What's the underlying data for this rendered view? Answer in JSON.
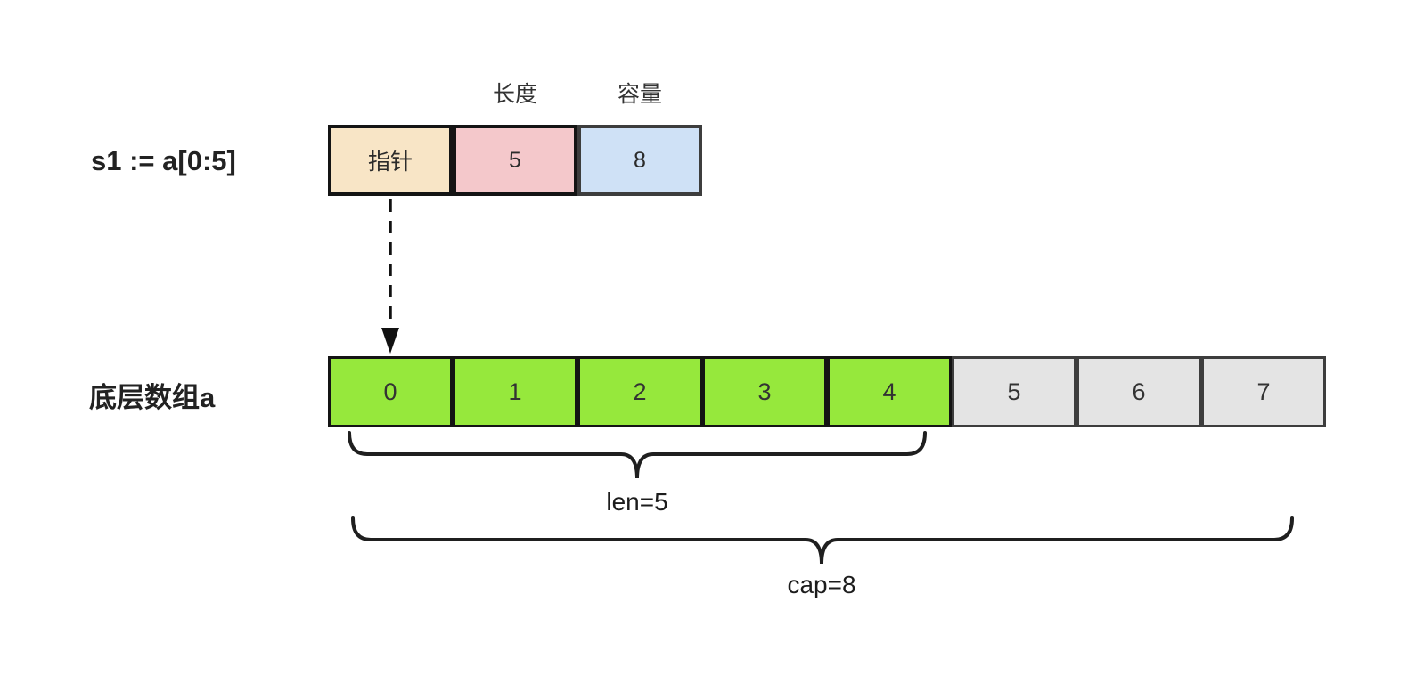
{
  "slice": {
    "declaration": "s1 := a[0:5]",
    "fields": {
      "pointer": "指针",
      "length": "5",
      "capacity": "8"
    },
    "field_labels": {
      "length": "长度",
      "capacity": "容量"
    }
  },
  "array": {
    "label": "底层数组a",
    "cells": [
      "0",
      "1",
      "2",
      "3",
      "4",
      "5",
      "6",
      "7"
    ],
    "slice_cell_count": 5,
    "total_cell_count": 8
  },
  "annotations": {
    "length_brace": "len=5",
    "capacity_brace": "cap=8"
  },
  "colors": {
    "pointer_fill": "#f8e5c6",
    "length_fill": "#f4c8cb",
    "capacity_fill": "#cfe1f6",
    "slice_cell_fill": "#96e83c",
    "unused_cell_fill": "#e4e4e4",
    "border_dark": "#141414",
    "border_gray": "#3d3d3d",
    "text_dark": "#222222",
    "page_bg": "#ffffff"
  }
}
